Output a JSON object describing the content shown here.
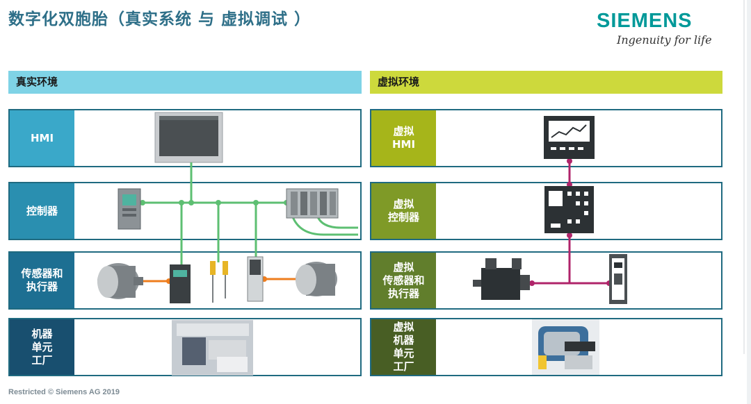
{
  "title": "数字化双胞胎（真实系统 与 虚拟调试 ）",
  "brand": {
    "name": "SIEMENS",
    "tagline": "Ingenuity for life"
  },
  "left": {
    "header": "真实环境",
    "rows": [
      {
        "label": [
          "HMI"
        ]
      },
      {
        "label": [
          "控制器"
        ]
      },
      {
        "label": [
          "传感器和",
          "执行器"
        ]
      },
      {
        "label": [
          "机器",
          "单元",
          "工厂"
        ]
      }
    ]
  },
  "right": {
    "header": "虚拟环境",
    "rows": [
      {
        "label": [
          "虚拟",
          "HMI"
        ]
      },
      {
        "label": [
          "虚拟",
          "控制器"
        ]
      },
      {
        "label": [
          "虚拟",
          "传感器和",
          "执行器"
        ]
      },
      {
        "label": [
          "虚拟",
          "机器",
          "单元",
          "工厂"
        ]
      }
    ]
  },
  "footer": "Restricted © Siemens AG 2019",
  "colors": {
    "title": "#2e6f88",
    "brand": "#009999",
    "left_header": "#7fd3e6",
    "right_header": "#cdd93c",
    "left_labels": [
      "#3aa8c9",
      "#2a8fb0",
      "#1d6f92",
      "#184f6f"
    ],
    "right_labels": [
      "#a6b51a",
      "#7f9a27",
      "#617e2c",
      "#485e24"
    ],
    "network_real": "#5dbf72",
    "network_virtual": "#b0246a",
    "link_orange": "#ee7d1d"
  }
}
